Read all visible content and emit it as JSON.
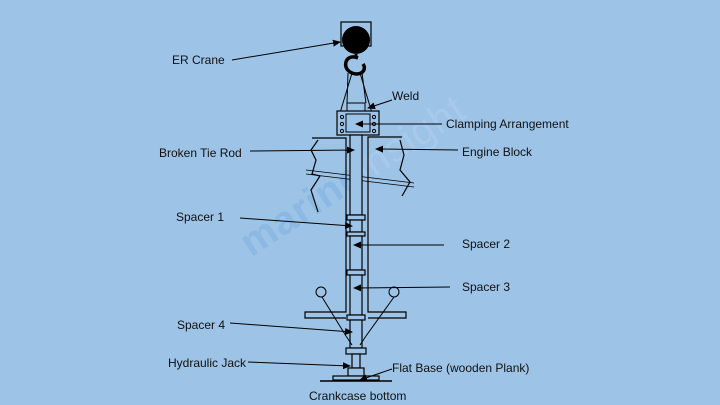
{
  "labels": {
    "er_crane": "ER Crane",
    "weld": "Weld",
    "clamping": "Clamping Arrangement",
    "broken_tie_rod": "Broken Tie Rod",
    "engine_block": "Engine Block",
    "spacer1": "Spacer 1",
    "spacer2": "Spacer 2",
    "spacer3": "Spacer 3",
    "spacer4": "Spacer 4",
    "hydraulic_jack": "Hydraulic Jack",
    "flat_base": "Flat Base (wooden Plank)",
    "crankcase_bottom": "Crankcase bottom"
  },
  "watermark": {
    "main": "marine",
    "sub": "insight"
  },
  "colors": {
    "background": "#9dc3e6",
    "lines": "#000000"
  }
}
